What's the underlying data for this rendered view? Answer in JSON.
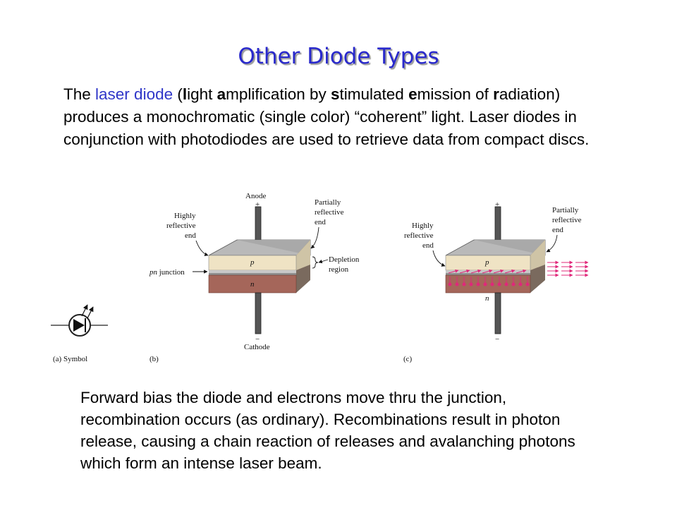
{
  "title": "Other Diode Types",
  "intro": {
    "pre": "The ",
    "highlight": "laser diode",
    "paren_open": " (",
    "l": "l",
    "ight": "ight ",
    "a": "a",
    "mplification": "mplification by ",
    "s": "s",
    "timulated": "timulated ",
    "e": "e",
    "mission": "mission of ",
    "r": "r",
    "rest": "adiation) produces a monochromatic (single color) “coherent” light. Laser diodes in conjunction with photodiodes are used to retrieve data from compact discs."
  },
  "caption": "Forward bias the diode and electrons move thru the junction, recombination occurs (as ordinary). Recombinations result in photon release, causing a chain reaction of releases and avalanching photons which form an intense laser beam.",
  "diagram_b": {
    "anode": "Anode",
    "plus": "+",
    "cathode": "Cathode",
    "minus": "−",
    "highly": "Highly",
    "reflective": "reflective",
    "end": "end",
    "partially": "Partially",
    "reflective_r": "reflective",
    "end_r": "end",
    "depletion": "Depletion",
    "region": "region",
    "pn_italic": "pn",
    "pn_junction": " junction",
    "p": "p",
    "n": "n"
  },
  "diagram_c": {
    "plus": "+",
    "minus": "−",
    "highly": "Highly",
    "reflective": "reflective",
    "end": "end",
    "partially": "Partially",
    "reflective_r": "reflective",
    "end_r": "end",
    "p": "p",
    "n": "n"
  },
  "subcaptions": {
    "a": "(a) Symbol",
    "b": "(b)",
    "c": "(c)"
  },
  "colors": {
    "title": "#2929cc",
    "highlight": "#2f36c8",
    "p_layer": "#efe3c4",
    "n_layer": "#a5665a",
    "photon": "#e0287a"
  }
}
